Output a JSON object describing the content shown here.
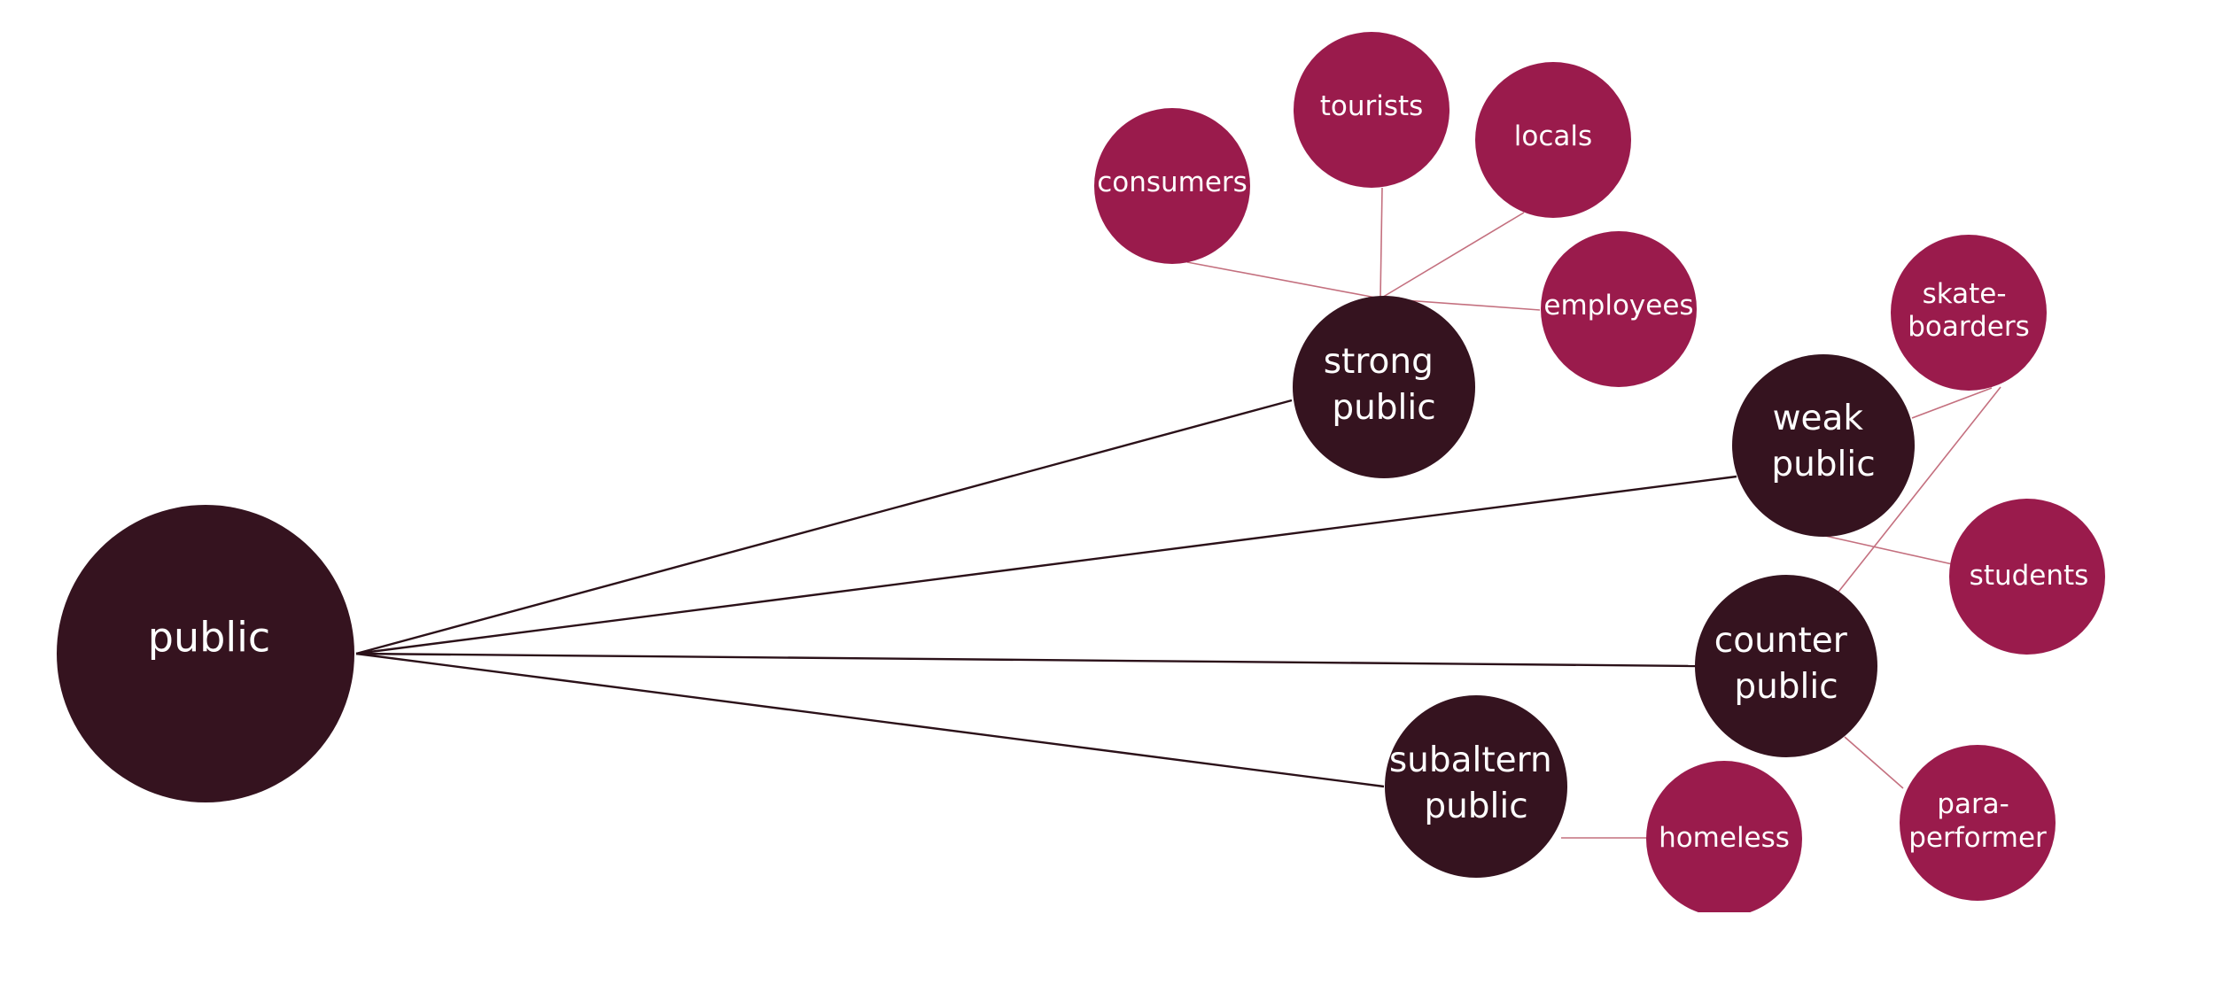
{
  "colors": {
    "dark_node": "#35131f",
    "accent_node": "#9a1b4c",
    "dark_link": "#2b1119",
    "light_link": "#c4707f",
    "label": "#ffffff"
  },
  "nodes": {
    "public": "public",
    "strong_public": [
      "strong",
      "public"
    ],
    "weak_public": [
      "weak",
      "public"
    ],
    "counter_public": [
      "counter",
      "public"
    ],
    "subaltern_public": [
      "subaltern",
      "public"
    ],
    "consumers": [
      "consumers"
    ],
    "tourists": [
      "tourists"
    ],
    "locals": [
      "locals"
    ],
    "employees": [
      "employees"
    ],
    "skateboarders": [
      "skate-",
      "boarders"
    ],
    "students": [
      "students"
    ],
    "para_performer": [
      "para-",
      "performer"
    ],
    "homeless": [
      "homeless"
    ]
  }
}
